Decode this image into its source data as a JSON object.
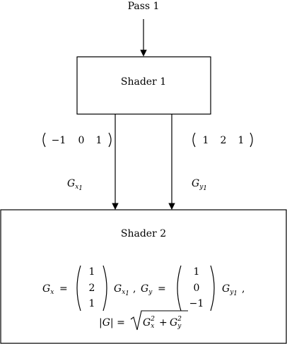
{
  "pass": {
    "label": "Pass 1"
  },
  "shader1": {
    "label": "Shader 1"
  },
  "shader2": {
    "label": "Shader 2"
  },
  "kernels": {
    "x": [
      "−1",
      "0",
      "1"
    ],
    "y": [
      "1",
      "2",
      "1"
    ]
  },
  "edges": {
    "gx": {
      "sym": "G",
      "sub": "x",
      "subsub": "1"
    },
    "gy": {
      "sym": "G",
      "sub": "y",
      "subsub": "1"
    }
  },
  "equations": {
    "gx_lhs": "G",
    "gx_lhs_sub": "x",
    "gx_vector": [
      "1",
      "2",
      "1"
    ],
    "gy_lhs": "G",
    "gy_lhs_sub": "y",
    "gy_vector": [
      "1",
      "0",
      "−1"
    ],
    "magnitude": "|G| = ",
    "sqrt_term1": "G",
    "sqrt_term1_sub": "x",
    "sqrt_term2": "G",
    "sqrt_term2_sub": "y",
    "power": "2",
    "equals": "=",
    "comma": ",",
    "plus": "+"
  }
}
